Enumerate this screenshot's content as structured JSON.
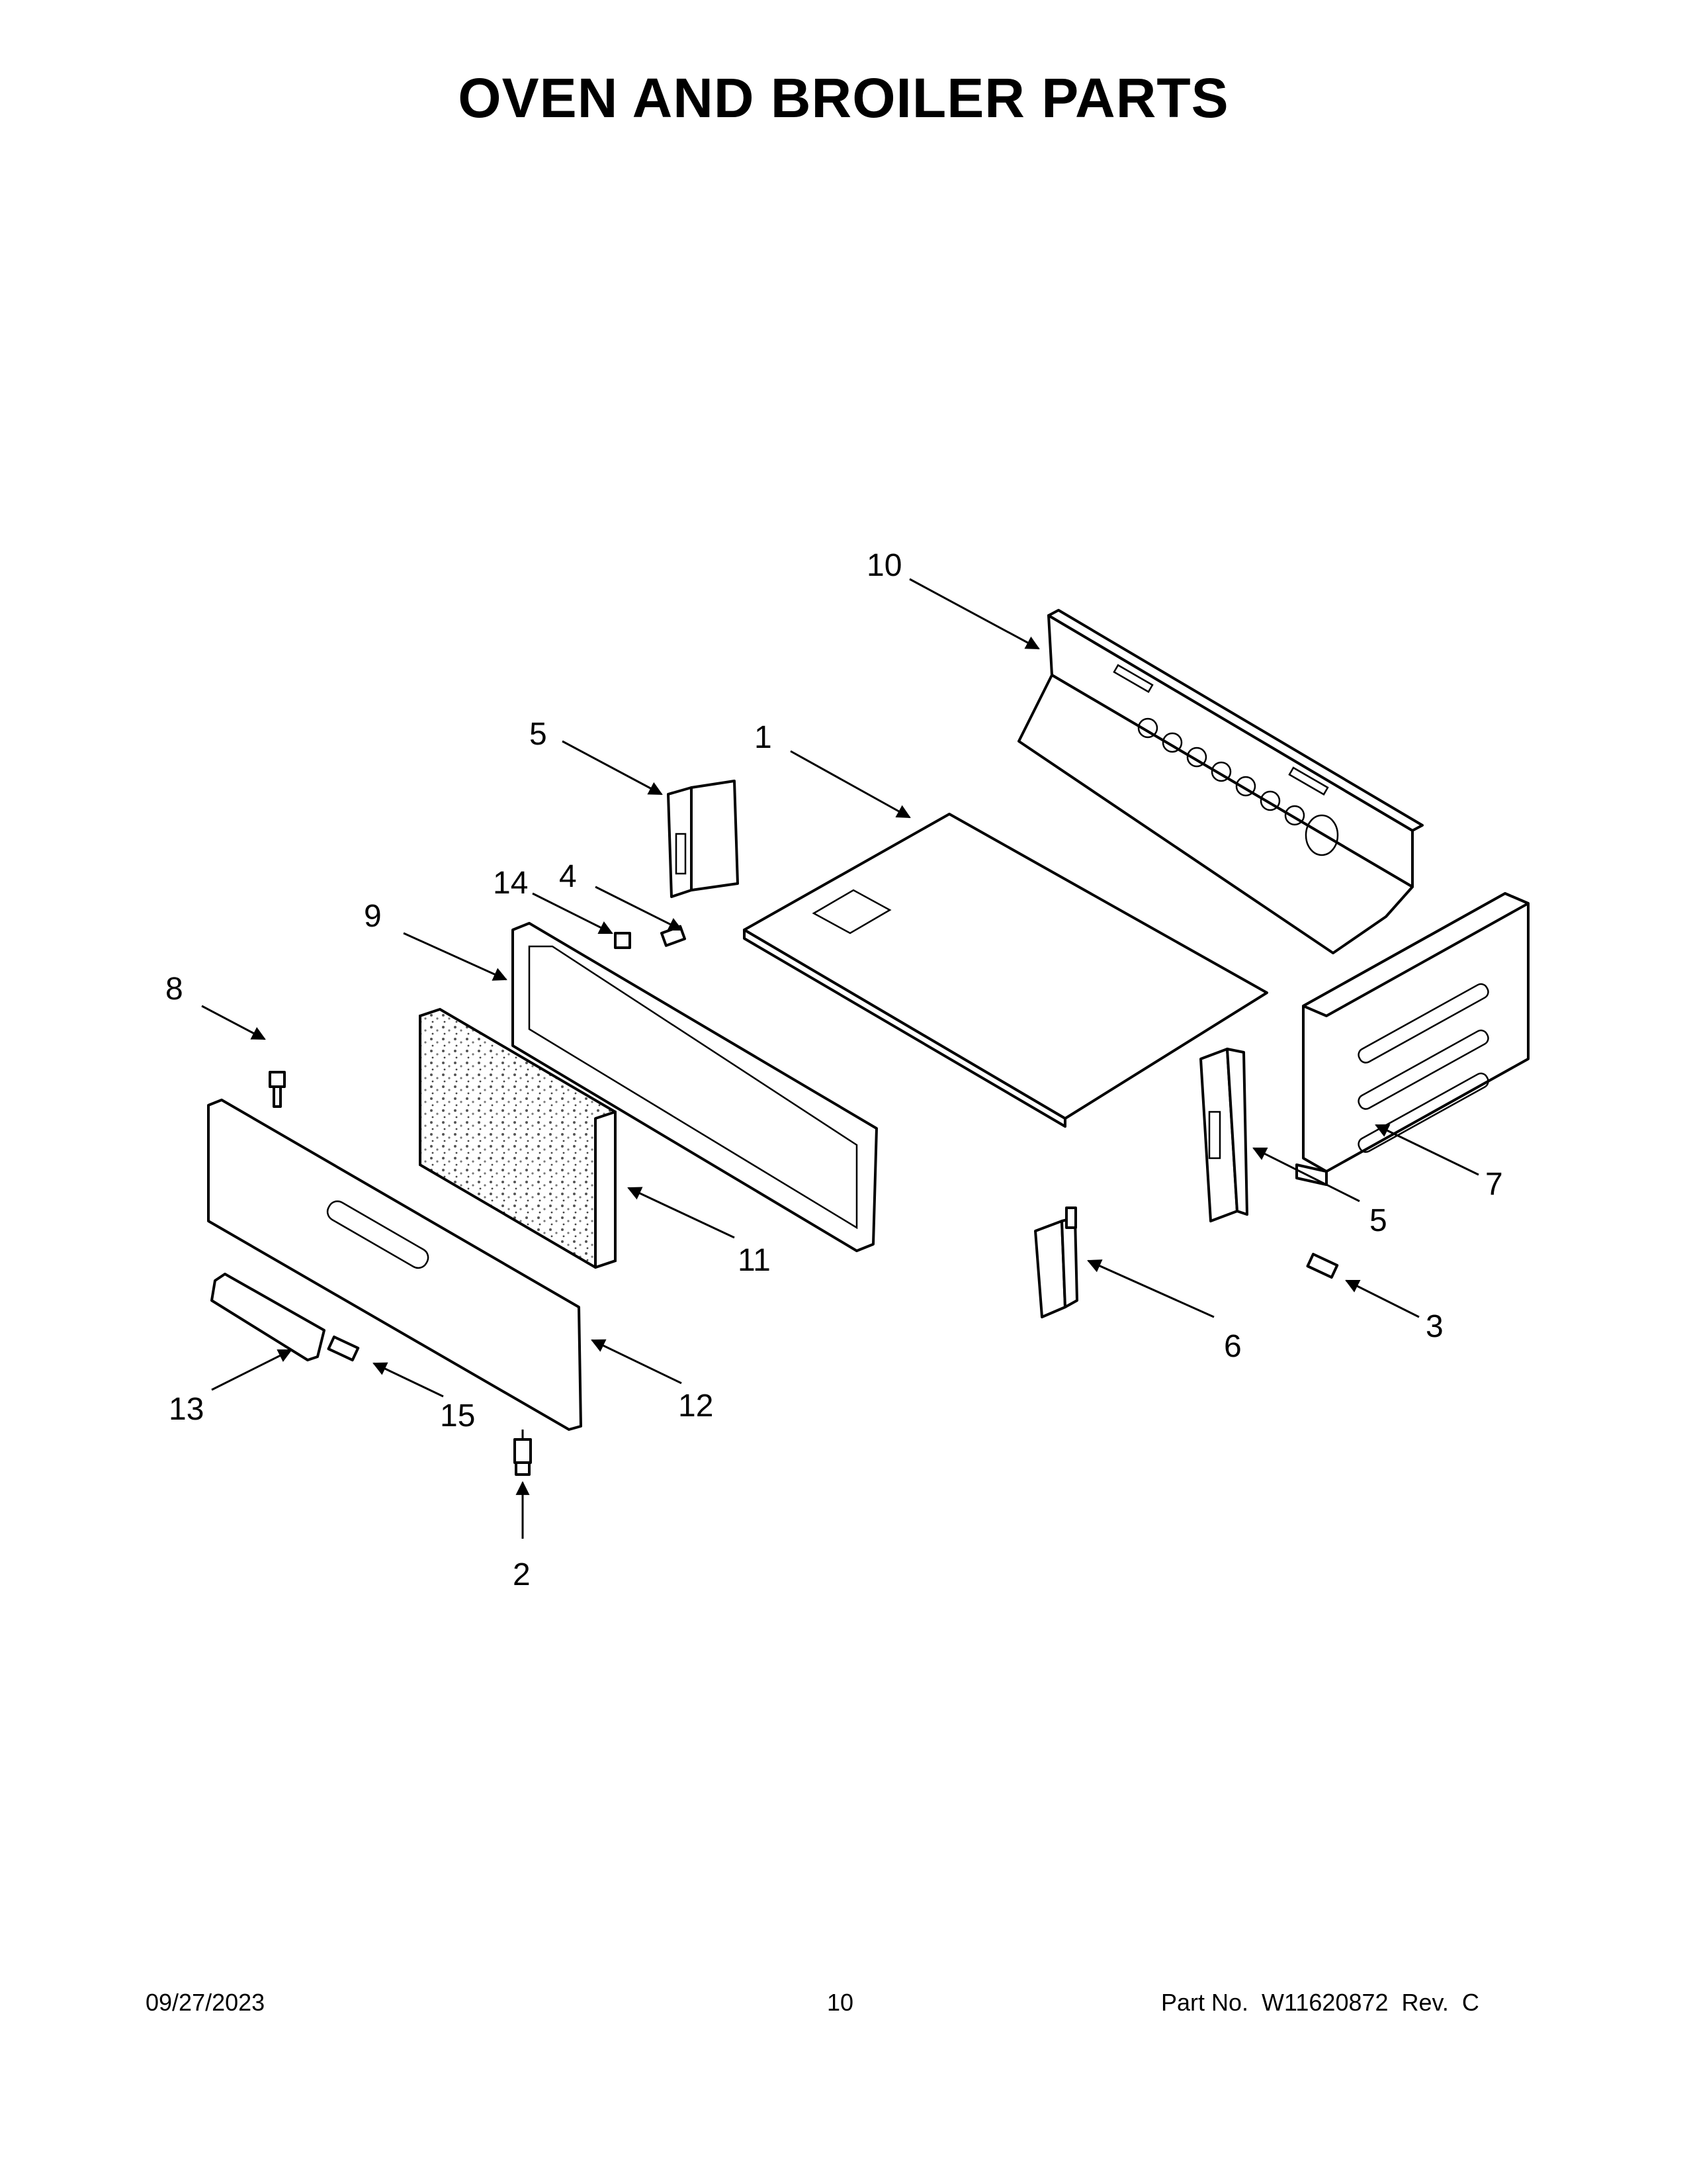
{
  "page": {
    "title": "OVEN AND BROILER PARTS"
  },
  "callouts": {
    "c1": "1",
    "c2": "2",
    "c3": "3",
    "c4": "4",
    "c5a": "5",
    "c5b": "5",
    "c6": "6",
    "c7": "7",
    "c8": "8",
    "c9": "9",
    "c10": "10",
    "c11": "11",
    "c12": "12",
    "c13": "13",
    "c14": "14",
    "c15": "15"
  },
  "footer": {
    "date": "09/27/2023",
    "page_number": "10",
    "part_number": "Part No.  W11620872  Rev.  C"
  }
}
